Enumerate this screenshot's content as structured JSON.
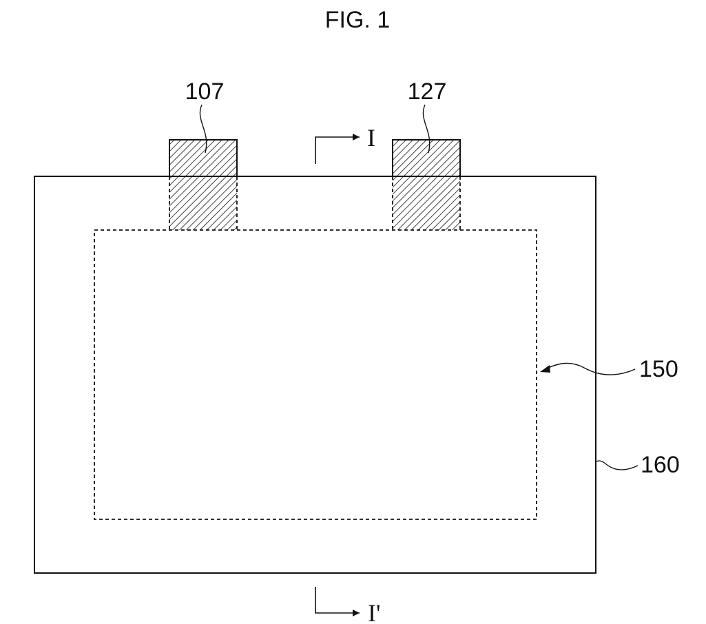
{
  "figure": {
    "title": "FIG. 1",
    "ink_color": "#111111",
    "background_color": "#ffffff"
  },
  "labels": {
    "tab_left": "107",
    "tab_right": "127",
    "electrode_assembly": "150",
    "case": "160",
    "section_top": "I",
    "section_bottom": "I'"
  }
}
